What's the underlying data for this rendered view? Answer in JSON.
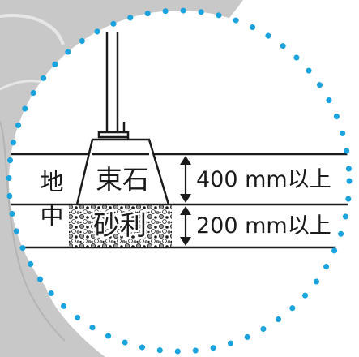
{
  "labels": {
    "ground": [
      "地",
      "中"
    ],
    "foundation_stone": "束石",
    "gravel": "砂利",
    "depth_stone": "400 mm以上",
    "depth_gravel": "200 mm以上"
  },
  "colors": {
    "background_panel": "#c8c8c8",
    "outline": "#1a1a1a",
    "dotted_circle": "#1aa3dd",
    "gravel_fill": "#9a9a9a"
  }
}
